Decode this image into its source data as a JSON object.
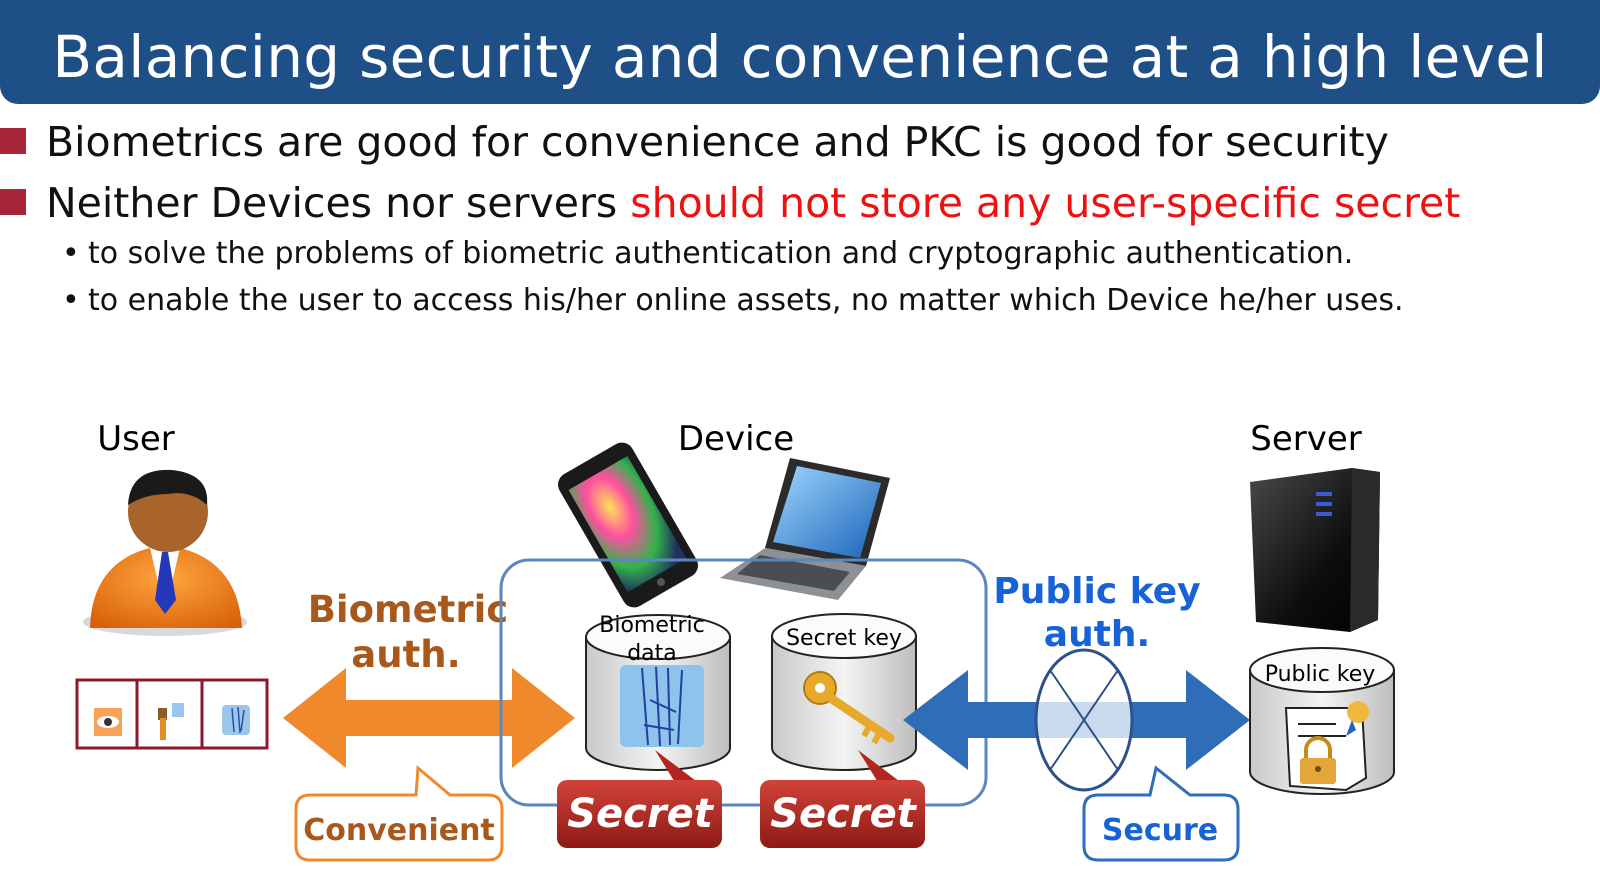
{
  "title": "Balancing security and convenience at a high level",
  "bullets": [
    {
      "plain": "Biometrics are good for convenience and PKC is good for security",
      "highlight": ""
    },
    {
      "plain": "Neither Devices nor servers ",
      "highlight": "should not store any user-specific secret"
    }
  ],
  "sub_bullets": [
    "to solve the problems of biometric authentication and cryptographic authentication.",
    "to enable the user to access his/her online assets, no matter which Device he/her uses."
  ],
  "diagram": {
    "user_label": "User",
    "device_label": "Device",
    "server_label": "Server",
    "biometric_auth": [
      "Biometric",
      "auth."
    ],
    "public_key_auth": [
      "Public key",
      "auth."
    ],
    "biometric_data": [
      "Biometric",
      "data"
    ],
    "secret_key": "Secret key",
    "public_key": "Public key",
    "secret_badge": "Secret",
    "convenient": "Convenient",
    "secure": "Secure"
  },
  "colors": {
    "title_bg": "#1f4f87",
    "bullet_square": "#a42638",
    "highlight_red": "#ee1111",
    "biometric_orange": "#a8581a",
    "arrow_orange": "#f0892b",
    "public_key_blue": "#1762d6",
    "arrow_blue": "#2f6db8",
    "secret_red": "#b2261f"
  }
}
